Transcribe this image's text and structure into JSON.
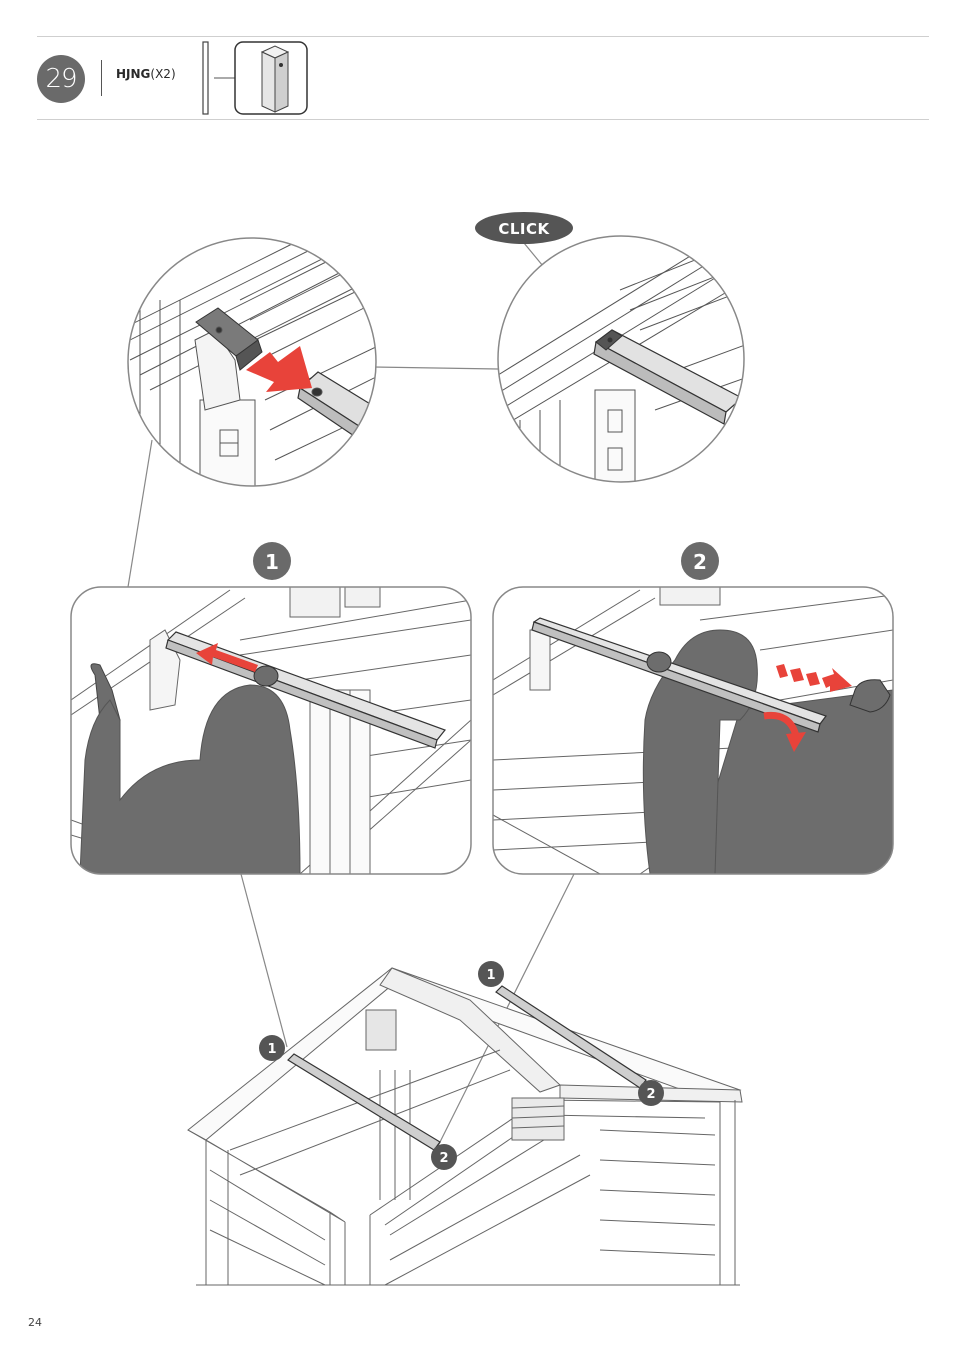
{
  "header": {
    "step_number": "29",
    "part_code": "HJNG",
    "part_quantity": "(X2)"
  },
  "callouts": {
    "click_label": "CLICK",
    "step_one": "1",
    "step_two": "2",
    "marker_one": "1",
    "marker_two": "2"
  },
  "footer": {
    "page_number": "24"
  },
  "colors": {
    "badge": "#6a6a6a",
    "arrow": "#e8433a",
    "silhouette": "#6d6d6d",
    "line": "#555555"
  },
  "icons": [
    "arrow-right-icon",
    "red-push-arrow-icon",
    "red-dashed-arrow-icon",
    "red-rotate-arrow-icon"
  ]
}
